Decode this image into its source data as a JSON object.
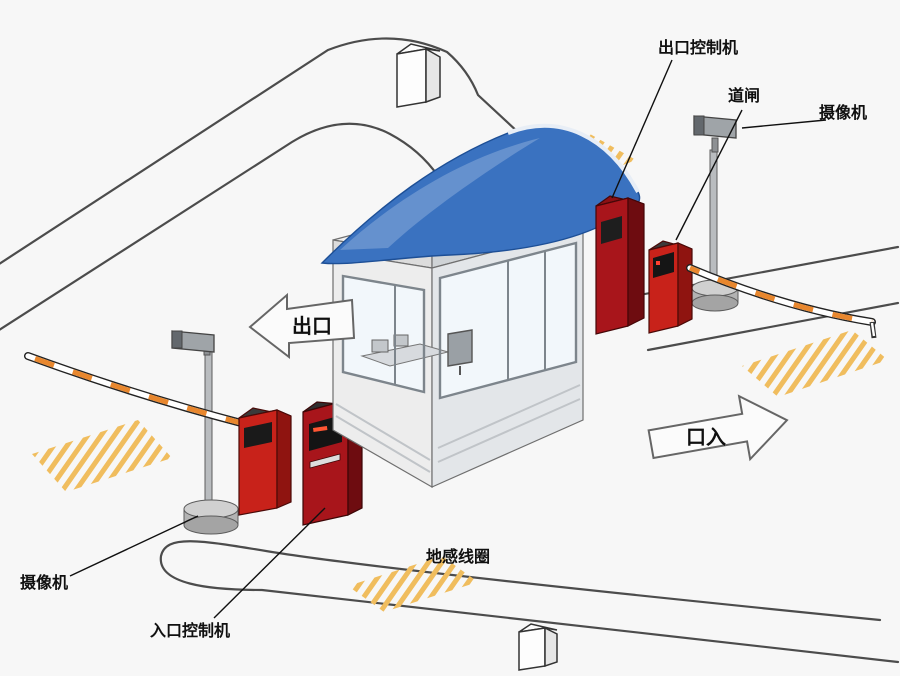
{
  "diagram": {
    "type": "parking-lot-barrier-gate-system-schematic",
    "labels": {
      "exit_controller": "出口控制机",
      "barrier_gate": "道闸",
      "camera_right": "摄像机",
      "camera_left": "摄像机",
      "entrance_controller": "入口控制机",
      "ground_loop": "地感线圈",
      "exit_direction": "出口",
      "entrance_direction": "口入"
    },
    "colors": {
      "background": "#f7f7f7",
      "canopy": "#3a72c0",
      "machine_red": "#a8151b",
      "barrier_red": "#c8221a",
      "stripe_yellow": "#f0bd5e",
      "arm_orange": "#e8872e",
      "road_line": "#4c4c4c",
      "booth_wall": "#ededed",
      "booth_wall_side": "#e3e6e9"
    }
  }
}
